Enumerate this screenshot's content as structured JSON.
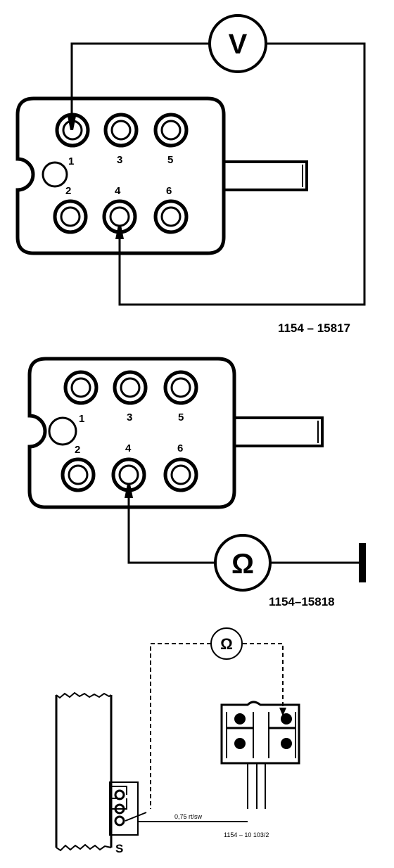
{
  "diagram1": {
    "meter": "V",
    "pins": [
      "1",
      "2",
      "3",
      "4",
      "5",
      "6"
    ],
    "reference": "1154 – 15817"
  },
  "diagram2": {
    "meter": "Ω",
    "pins": [
      "1",
      "2",
      "3",
      "4",
      "5",
      "6"
    ],
    "reference": "1154–15818"
  },
  "diagram3": {
    "meter": "Ω",
    "switch_label": "S",
    "wire_label": "0,75 rt/sw",
    "reference": "1154 – 10 103/2"
  }
}
